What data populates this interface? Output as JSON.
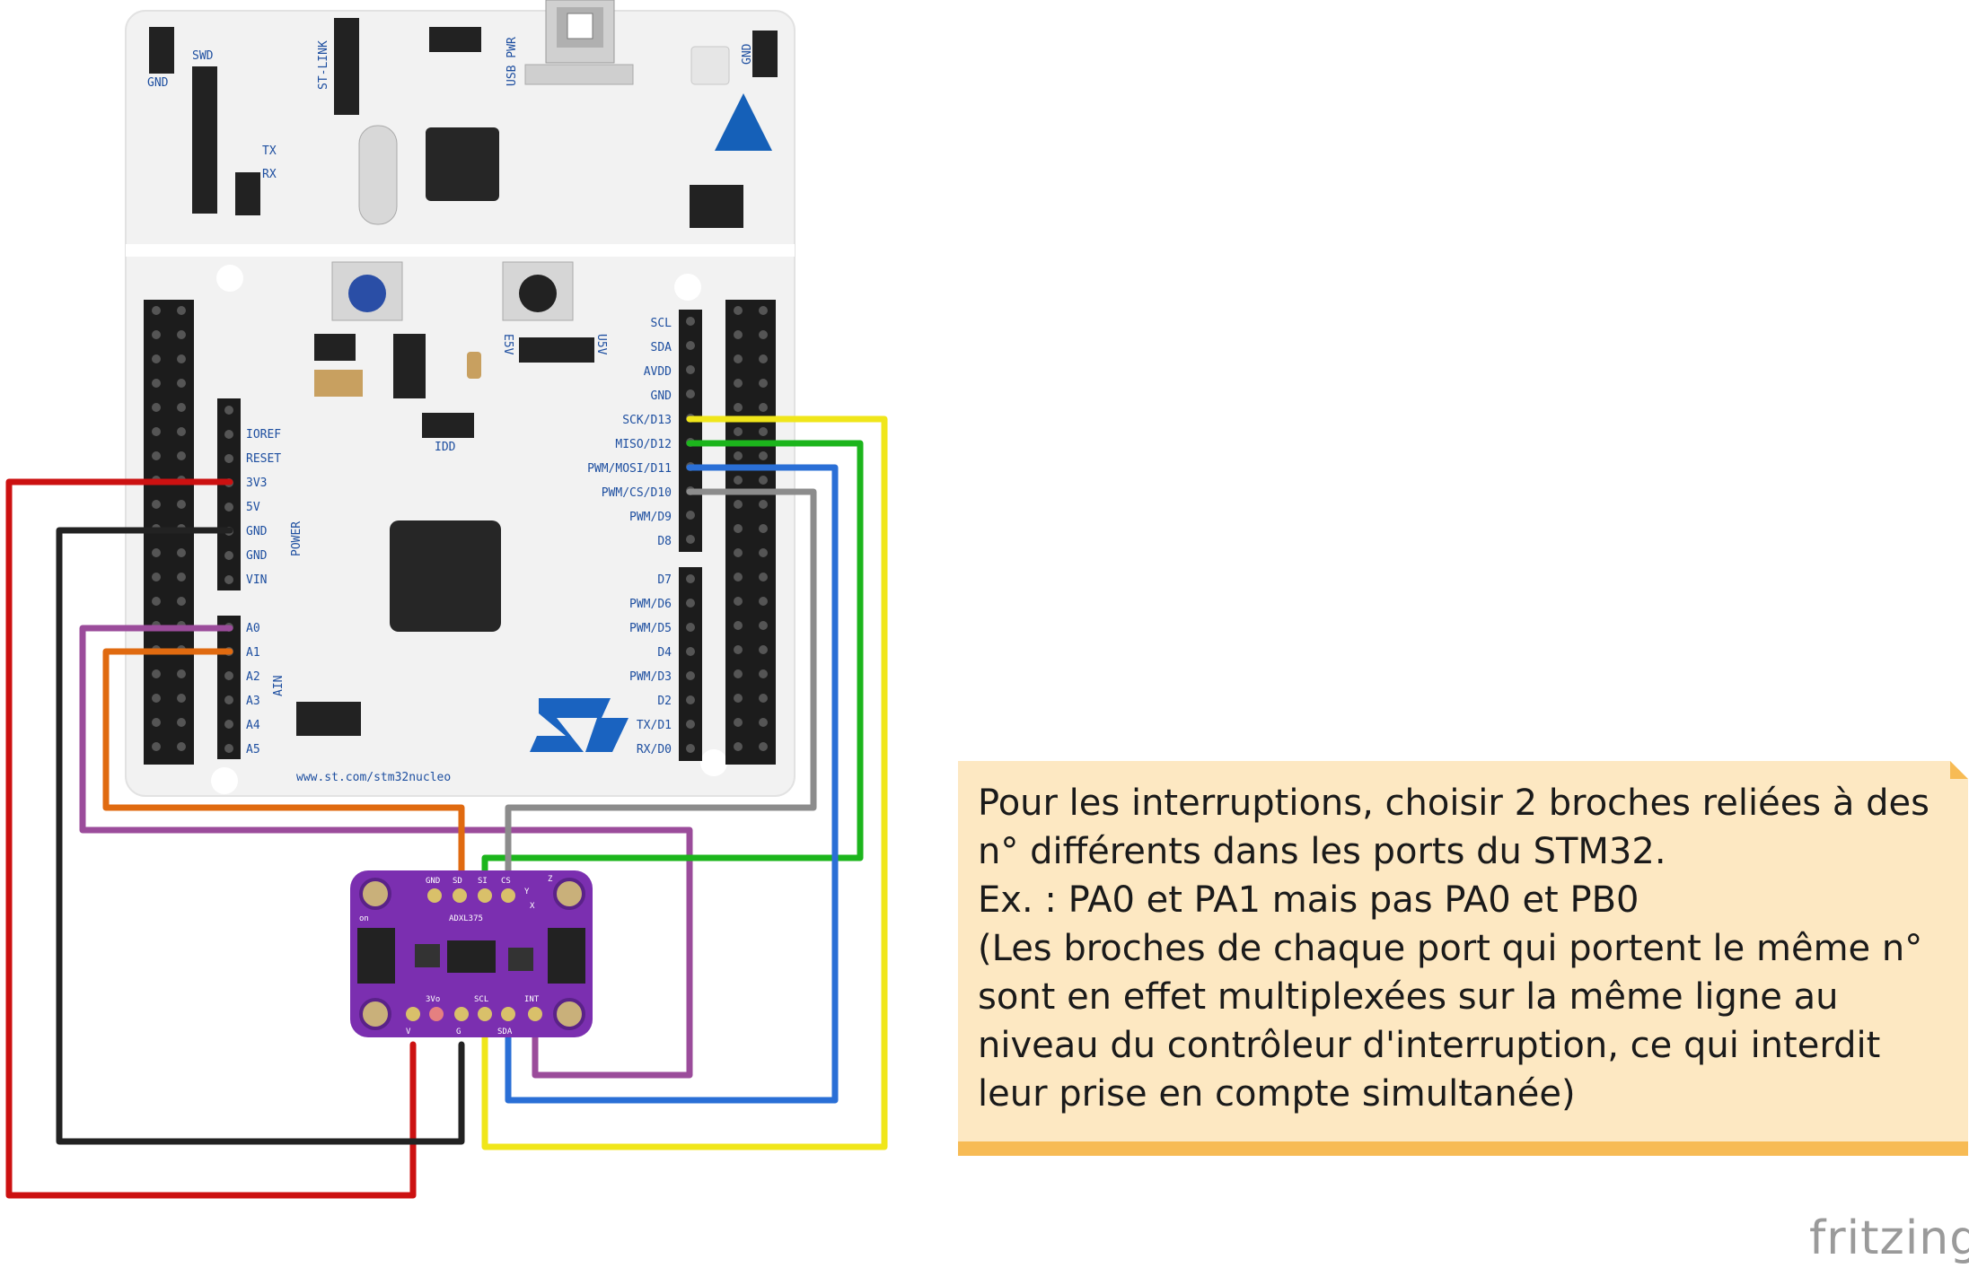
{
  "board": {
    "top_labels": {
      "gnd": "GND",
      "swd": "SWD",
      "stlink": "ST-LINK",
      "usb_pwr": "USB PWR",
      "gnd_right": "GND",
      "tx": "TX",
      "rx": "RX"
    },
    "middle_labels": {
      "e5v": "E5V",
      "u5v": "U5V",
      "idd": "IDD"
    },
    "power_header": [
      "IOREF",
      "RESET",
      "3V3",
      "5V",
      "GND",
      "GND",
      "VIN"
    ],
    "power_group": "POWER",
    "analog_header": [
      "A0",
      "A1",
      "A2",
      "A3",
      "A4",
      "A5"
    ],
    "analog_group": "AIN",
    "digital_header_top": [
      "SCL",
      "SDA",
      "AVDD",
      "GND",
      "SCK/D13",
      "MISO/D12",
      "PWM/MOSI/D11",
      "PWM/CS/D10",
      "PWM/D9",
      "D8"
    ],
    "digital_header_bottom": [
      "D7",
      "PWM/D6",
      "PWM/D5",
      "D4",
      "PWM/D3",
      "D2",
      "TX/D1",
      "RX/D0"
    ],
    "url": "www.st.com/stm32nucleo"
  },
  "sensor": {
    "name": "ADXL375",
    "top_pins": [
      "GND",
      "SD",
      "SI",
      "CS"
    ],
    "bottom_pins": [
      "V",
      "3Vo",
      "G",
      "SCL",
      "SDA",
      "INT"
    ],
    "on_label": "on",
    "axis": [
      "X",
      "Y",
      "Z"
    ]
  },
  "wires": {
    "colors": {
      "red": "#cc1111",
      "black": "#222222",
      "purple": "#9b4c9b",
      "orange": "#e06a10",
      "yellow": "#f0e61a",
      "green": "#1cb51c",
      "blue": "#2a6fd6",
      "gray": "#8c8c8c"
    }
  },
  "note": {
    "text": "Pour les interruptions, choisir 2 broches reliées à des n° différents dans les ports du STM32.\nEx. : PA0 et PA1 mais pas PA0 et PB0\n(Les broches de chaque port qui portent le même n° sont en effet multiplexées sur la même ligne au niveau du contrôleur d'interruption, ce qui interdit leur prise en compte simultanée)"
  },
  "brand": "fritzing"
}
